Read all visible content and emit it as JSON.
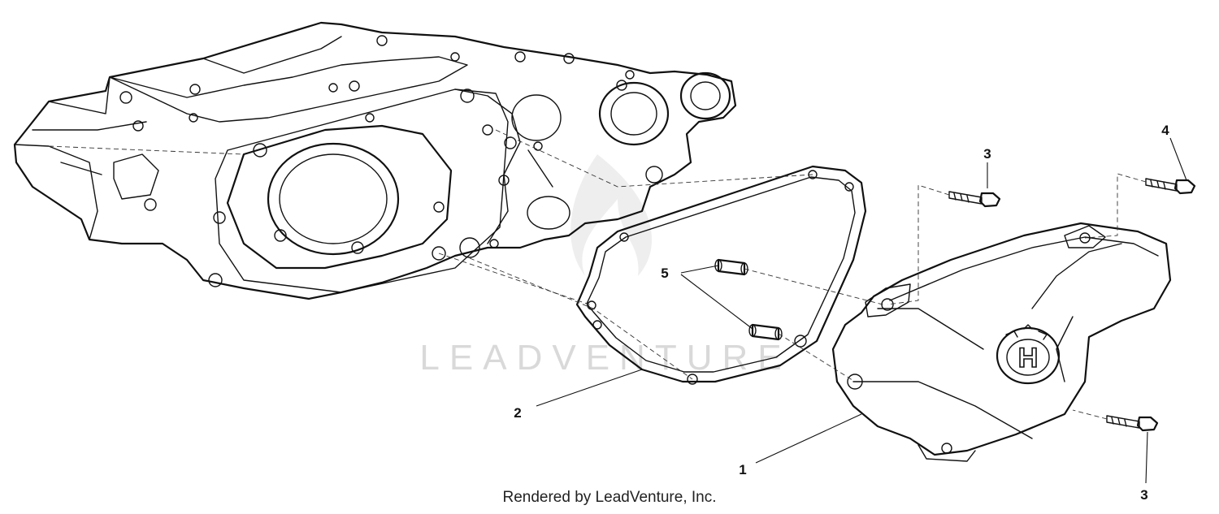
{
  "diagram": {
    "callouts": [
      {
        "id": "part-1",
        "label": "1"
      },
      {
        "id": "part-2",
        "label": "2"
      },
      {
        "id": "part-3-upper",
        "label": "3"
      },
      {
        "id": "part-3-lower",
        "label": "3"
      },
      {
        "id": "part-4",
        "label": "4"
      },
      {
        "id": "part-5",
        "label": "5"
      }
    ],
    "watermark": "LEADVENTURE",
    "cover_logo_letter": "H"
  },
  "footer": {
    "text": "Rendered by LeadVenture, Inc."
  }
}
